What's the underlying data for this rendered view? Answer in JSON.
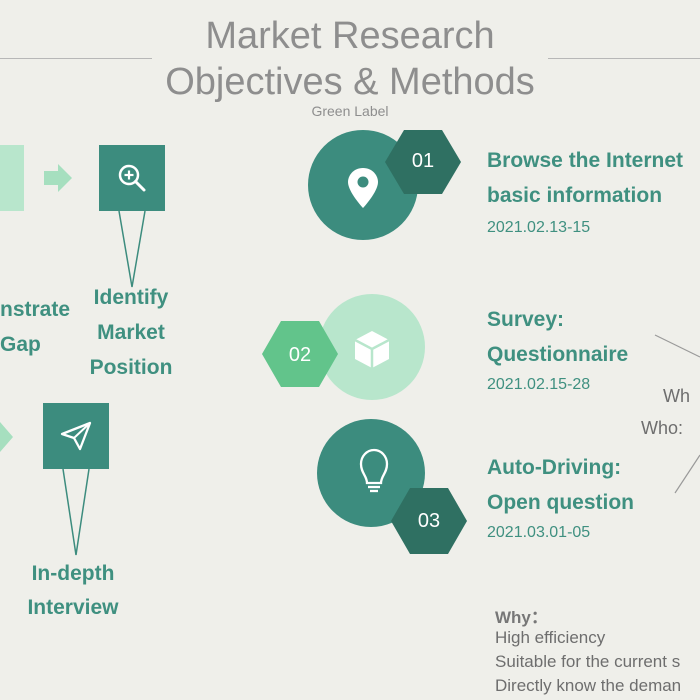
{
  "header": {
    "title_line1": "Market Research",
    "title_line2": "Objectives & Methods",
    "subtitle": "Green Label"
  },
  "left": {
    "demonstrate_line1": "nstrate",
    "demonstrate_line2": "Gap",
    "identify_line1": "Identify",
    "identify_line2": "Market",
    "identify_line3": "Position",
    "interview_line1": "In-depth",
    "interview_line2": "Interview"
  },
  "steps": [
    {
      "num": "01",
      "title_line1": "Browse the Internet",
      "title_line2": "basic information",
      "date": "2021.02.13-15",
      "icon": "location-pin-icon"
    },
    {
      "num": "02",
      "title_line1": "Survey:",
      "title_line2": "Questionnaire",
      "date": "2021.02.15-28",
      "icon": "cube-icon"
    },
    {
      "num": "03",
      "title_line1": "Auto-Driving:",
      "title_line2": "Open question",
      "date": "2021.03.01-05",
      "icon": "lightbulb-icon"
    }
  ],
  "side_labels": {
    "who1": "Wh",
    "who2": "Who:"
  },
  "why": {
    "heading": "Why：",
    "items": [
      "High efficiency",
      "Suitable for the current s",
      "Directly know the deman"
    ]
  },
  "colors": {
    "dark": "#3c8c7e",
    "light": "#b8e6cc",
    "mid": "#62c48b",
    "hexdark": "#2f7062"
  }
}
